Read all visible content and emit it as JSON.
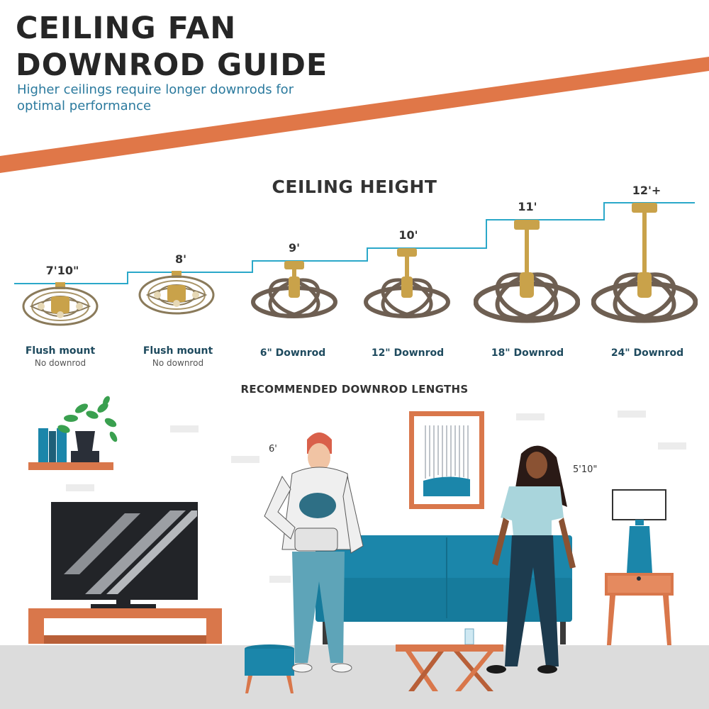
{
  "header": {
    "title_line1": "CEILING FAN",
    "title_line2": "DOWNROD GUIDE",
    "subtitle": "Higher ceilings require longer downrods for optimal performance"
  },
  "ceiling_section": {
    "heading": "CEILING HEIGHT",
    "options": [
      {
        "height": "7'10\"",
        "mount": "Flush mount",
        "note": "No downrod",
        "fan_icon": "caged-flush-fan-icon"
      },
      {
        "height": "8'",
        "mount": "Flush mount",
        "note": "No downrod",
        "fan_icon": "caged-flush-fan-icon"
      },
      {
        "height": "9'",
        "mount": "6\" Downrod",
        "fan_icon": "ribbon-blade-fan-icon"
      },
      {
        "height": "10'",
        "mount": "12\" Downrod",
        "fan_icon": "ribbon-blade-fan-icon"
      },
      {
        "height": "11'",
        "mount": "18\" Downrod",
        "fan_icon": "ribbon-blade-fan-icon"
      },
      {
        "height": "12'+",
        "mount": "24\" Downrod",
        "fan_icon": "ribbon-blade-fan-icon"
      }
    ]
  },
  "room": {
    "heading": "RECOMMENDED DOWNROD LENGTHS",
    "person_man_height": "6'",
    "person_woman_height": "5'10\""
  },
  "colors": {
    "accent_stripe": "#e07748",
    "step_line": "#2ba8c9",
    "title_text": "#262626",
    "subtitle_text": "#2b7a9e",
    "fan_gold": "#c9a24a",
    "blade_brown": "#6e5f52",
    "sofa_blue": "#1b86aa",
    "wood_orange": "#d9774b",
    "floor_gray": "#dcdcdc"
  }
}
